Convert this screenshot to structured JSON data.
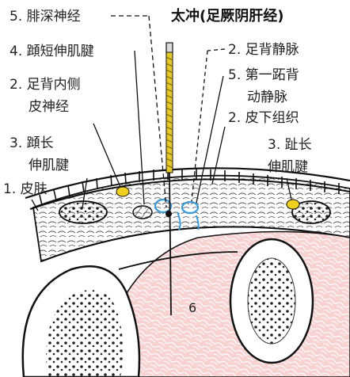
{
  "title": "太冲(足厥阴肝经)",
  "labels": {
    "l1": "5. 腓深神经",
    "l2": "4. 蹞短伸肌腱",
    "l3_a": "2. 足背内侧",
    "l3_b": "皮神经",
    "l4_a": "3. 蹞长",
    "l4_b": "伸肌腱",
    "l5": "1. 皮肤",
    "r1": "2. 足背静脉",
    "r2_a": "5. 第一跖背",
    "r2_b": "动静脉",
    "r3": "2. 皮下组织",
    "r4_a": "3. 趾长",
    "r4_b": "伸肌腱",
    "bone_number": "6"
  },
  "colors": {
    "needle": "#e3c92c",
    "tendon_dot": "#f0d020",
    "vessel": "#3b9ad8",
    "muscle": "#f7d2d2",
    "line": "#111111"
  }
}
